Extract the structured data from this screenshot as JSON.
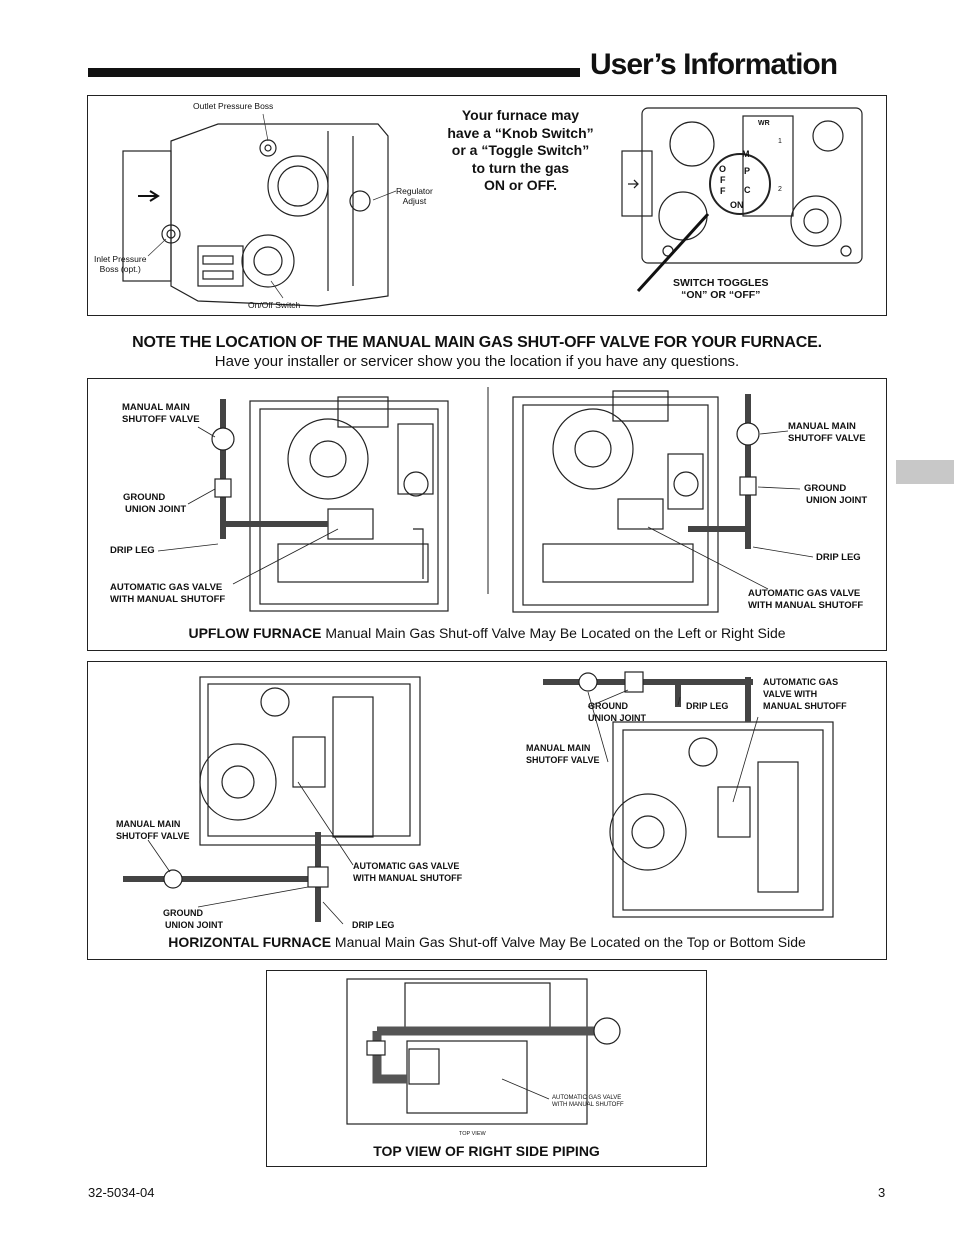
{
  "header": {
    "title": "User’s Information"
  },
  "section1": {
    "outlet_pressure_boss": "Outlet Pressure Boss",
    "regulator_adjust": [
      "Regulator",
      "Adjust"
    ],
    "inlet_pressure_boss": [
      "Inlet Pressure",
      "Boss (opt.)"
    ],
    "onoff_switch": "On/Off Switch",
    "knob_note": [
      "Your furnace may",
      "have a “Knob Switch”",
      "or a “Toggle Switch”",
      "to turn the gas",
      "ON or OFF."
    ],
    "switch_toggles": [
      "SWITCH TOGGLES",
      "“ON” OR “OFF”"
    ],
    "valve_marks": {
      "wr": "WR",
      "m": "M",
      "p": "P",
      "c": "C",
      "o": "O",
      "f1": "F",
      "f2": "F",
      "on": "ON",
      "one": "1",
      "two": "2"
    }
  },
  "note": {
    "heading": "NOTE THE LOCATION OF THE MANUAL MAIN GAS SHUT-OFF VALVE FOR YOUR FURNACE.",
    "subheading": "Have your installer or servicer show you the location if you have any questions."
  },
  "upflow": {
    "left": {
      "manual_main": [
        "MANUAL MAIN",
        "SHUTOFF VALVE"
      ],
      "ground_union": [
        "GROUND",
        "UNION JOINT"
      ],
      "drip_leg": "DRIP LEG",
      "auto_gas": [
        "AUTOMATIC GAS VALVE",
        "WITH MANUAL SHUTOFF"
      ]
    },
    "right": {
      "manual_main": [
        "MANUAL MAIN",
        "SHUTOFF VALVE"
      ],
      "ground_union": [
        "GROUND",
        "UNION JOINT"
      ],
      "drip_leg": "DRIP LEG",
      "auto_gas": [
        "AUTOMATIC GAS VALVE",
        "WITH MANUAL SHUTOFF"
      ]
    },
    "caption_bold": "UPFLOW FURNACE",
    "caption_rest": " Manual Main Gas Shut-off Valve May Be Located on the Left or Right Side"
  },
  "horizontal": {
    "left": {
      "manual_main": [
        "MANUAL MAIN",
        "SHUTOFF VALVE"
      ],
      "auto_gas": [
        "AUTOMATIC GAS VALVE",
        "WITH MANUAL SHUTOFF"
      ],
      "ground_union": [
        "GROUND",
        "UNION JOINT"
      ],
      "drip_leg": "DRIP LEG"
    },
    "right": {
      "ground_union": [
        "GROUND",
        "UNION JOINT"
      ],
      "drip_leg": "DRIP LEG",
      "auto_gas": [
        "AUTOMATIC GAS",
        "VALVE  WITH",
        "MANUAL SHUTOFF"
      ],
      "manual_main": [
        "MANUAL MAIN",
        "SHUTOFF VALVE"
      ]
    },
    "caption_bold": "HORIZONTAL FURNACE",
    "caption_rest": " Manual Main Gas Shut-off Valve May Be Located on the Top or Bottom Side"
  },
  "topview": {
    "auto_gas": [
      "AUTOMATIC GAS VALVE",
      "WITH MANUAL SHUTOFF"
    ],
    "top_view_small": "TOP VIEW",
    "caption": "TOP VIEW OF RIGHT SIDE PIPING"
  },
  "footer": {
    "doc_number": "32-5034-04",
    "page_number": "3"
  }
}
